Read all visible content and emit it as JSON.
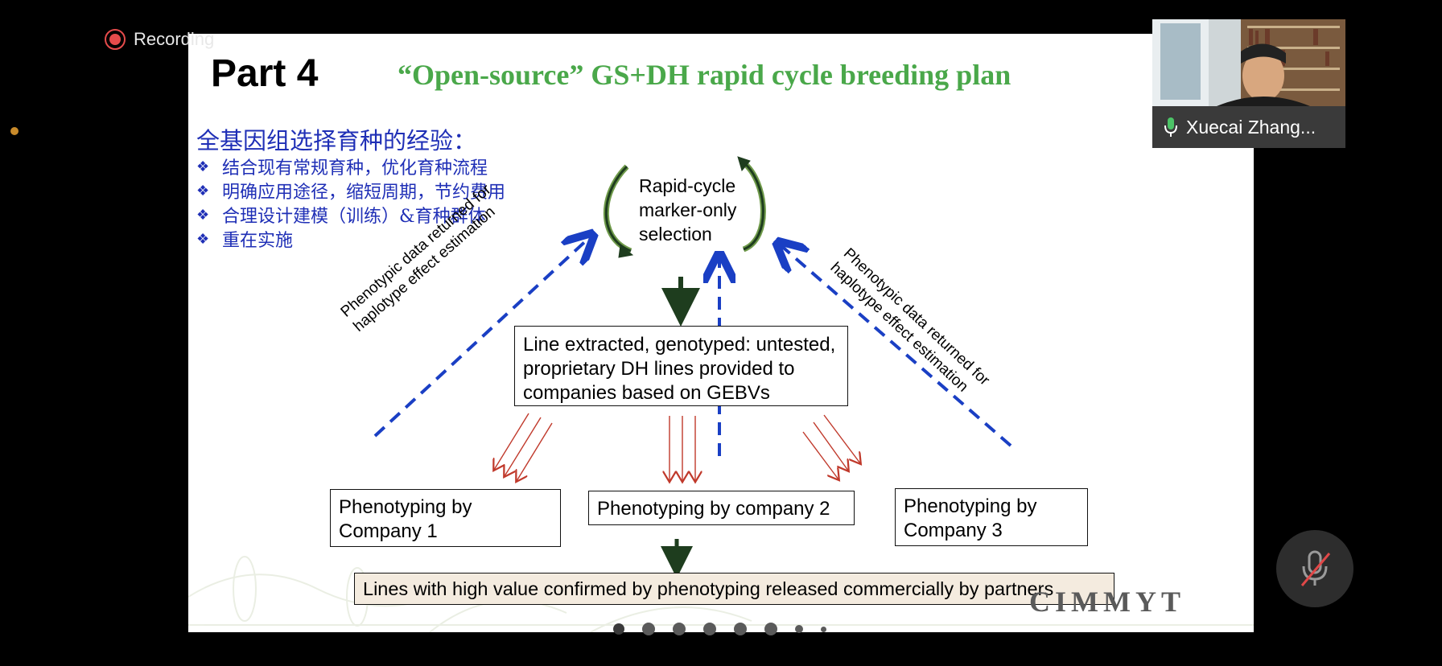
{
  "recording": {
    "label": "Recording",
    "icon": "record-icon"
  },
  "slide": {
    "part": "Part 4",
    "title": "“Open-source” GS+DH rapid cycle breeding plan",
    "zh_heading": "全基因组选择育种的经验：",
    "bullets": [
      "结合现有常规育种，优化育种流程",
      "明确应用途径，缩短周期，节约费用",
      "合理设计建模（训练）&育种群体",
      "重在实施"
    ],
    "bullet_marker": "❖",
    "cycle": [
      "Rapid-cycle",
      "marker-only",
      "selection"
    ],
    "feedback_left": [
      "Phenotypic data returned for",
      "haplotype effect estimation"
    ],
    "feedback_right": [
      "Phenotypic data returned for",
      "haplotype effect estimation"
    ],
    "extract_box": [
      "Line extracted, genotyped: untested,",
      "proprietary DH lines provided to",
      "companies based on GEBVs"
    ],
    "companies": [
      [
        "Phenotyping by",
        "Company 1"
      ],
      [
        "Phenotyping by company 2"
      ],
      [
        "Phenotyping by",
        "Company 3"
      ]
    ],
    "release_box": "Lines with high value confirmed by phenotyping released commercially by partners",
    "logo": "CIMMYT",
    "colors": {
      "title_green": "#4aa84a",
      "chinese_blue": "#1f2fb6",
      "dashed_blue": "#1a3fc4",
      "red_arrows": "#c0392b",
      "dark_green": "#1e3d1e"
    }
  },
  "video": {
    "name": "Xuecai Zhang...",
    "mic_icon": "microphone-icon"
  },
  "controls": {
    "mute_icon": "microphone-muted-icon"
  }
}
